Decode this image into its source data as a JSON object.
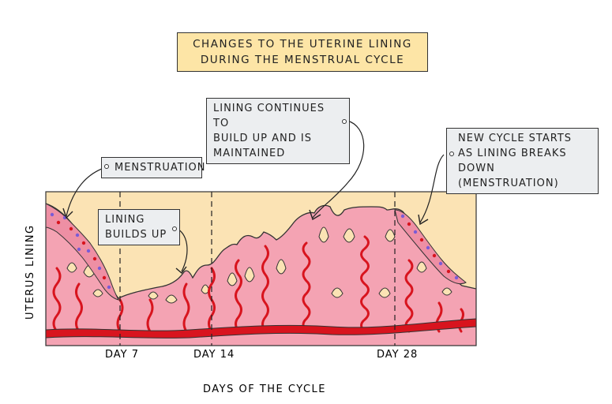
{
  "title": {
    "line1": "CHANGES TO THE UTERINE LINING",
    "line2": "DURING THE MENSTRUAL CYCLE"
  },
  "labels": {
    "menstruation": "MENSTRUATION",
    "lining_builds_up_1": "LINING",
    "lining_builds_up_2": "BUILDS UP",
    "continues_1": "LINING CONTINUES TO",
    "continues_2": "BUILD UP AND IS",
    "continues_3": "MAINTAINED",
    "new_cycle_1": "NEW CYCLE STARTS",
    "new_cycle_2": "AS LINING BREAKS",
    "new_cycle_3": "DOWN (MENSTRUATION)"
  },
  "axes": {
    "y_label": "UTERUS LINING",
    "x_label": "DAYS OF THE CYCLE",
    "ticks": [
      "DAY 7",
      "DAY 14",
      "DAY 28"
    ]
  },
  "colors": {
    "background_band": "#fbe3b4",
    "lining": "#f4a3b3",
    "blood_vessel": "#d8141e",
    "title_fill": "#fde5a6",
    "label_fill": "#eceef0"
  }
}
